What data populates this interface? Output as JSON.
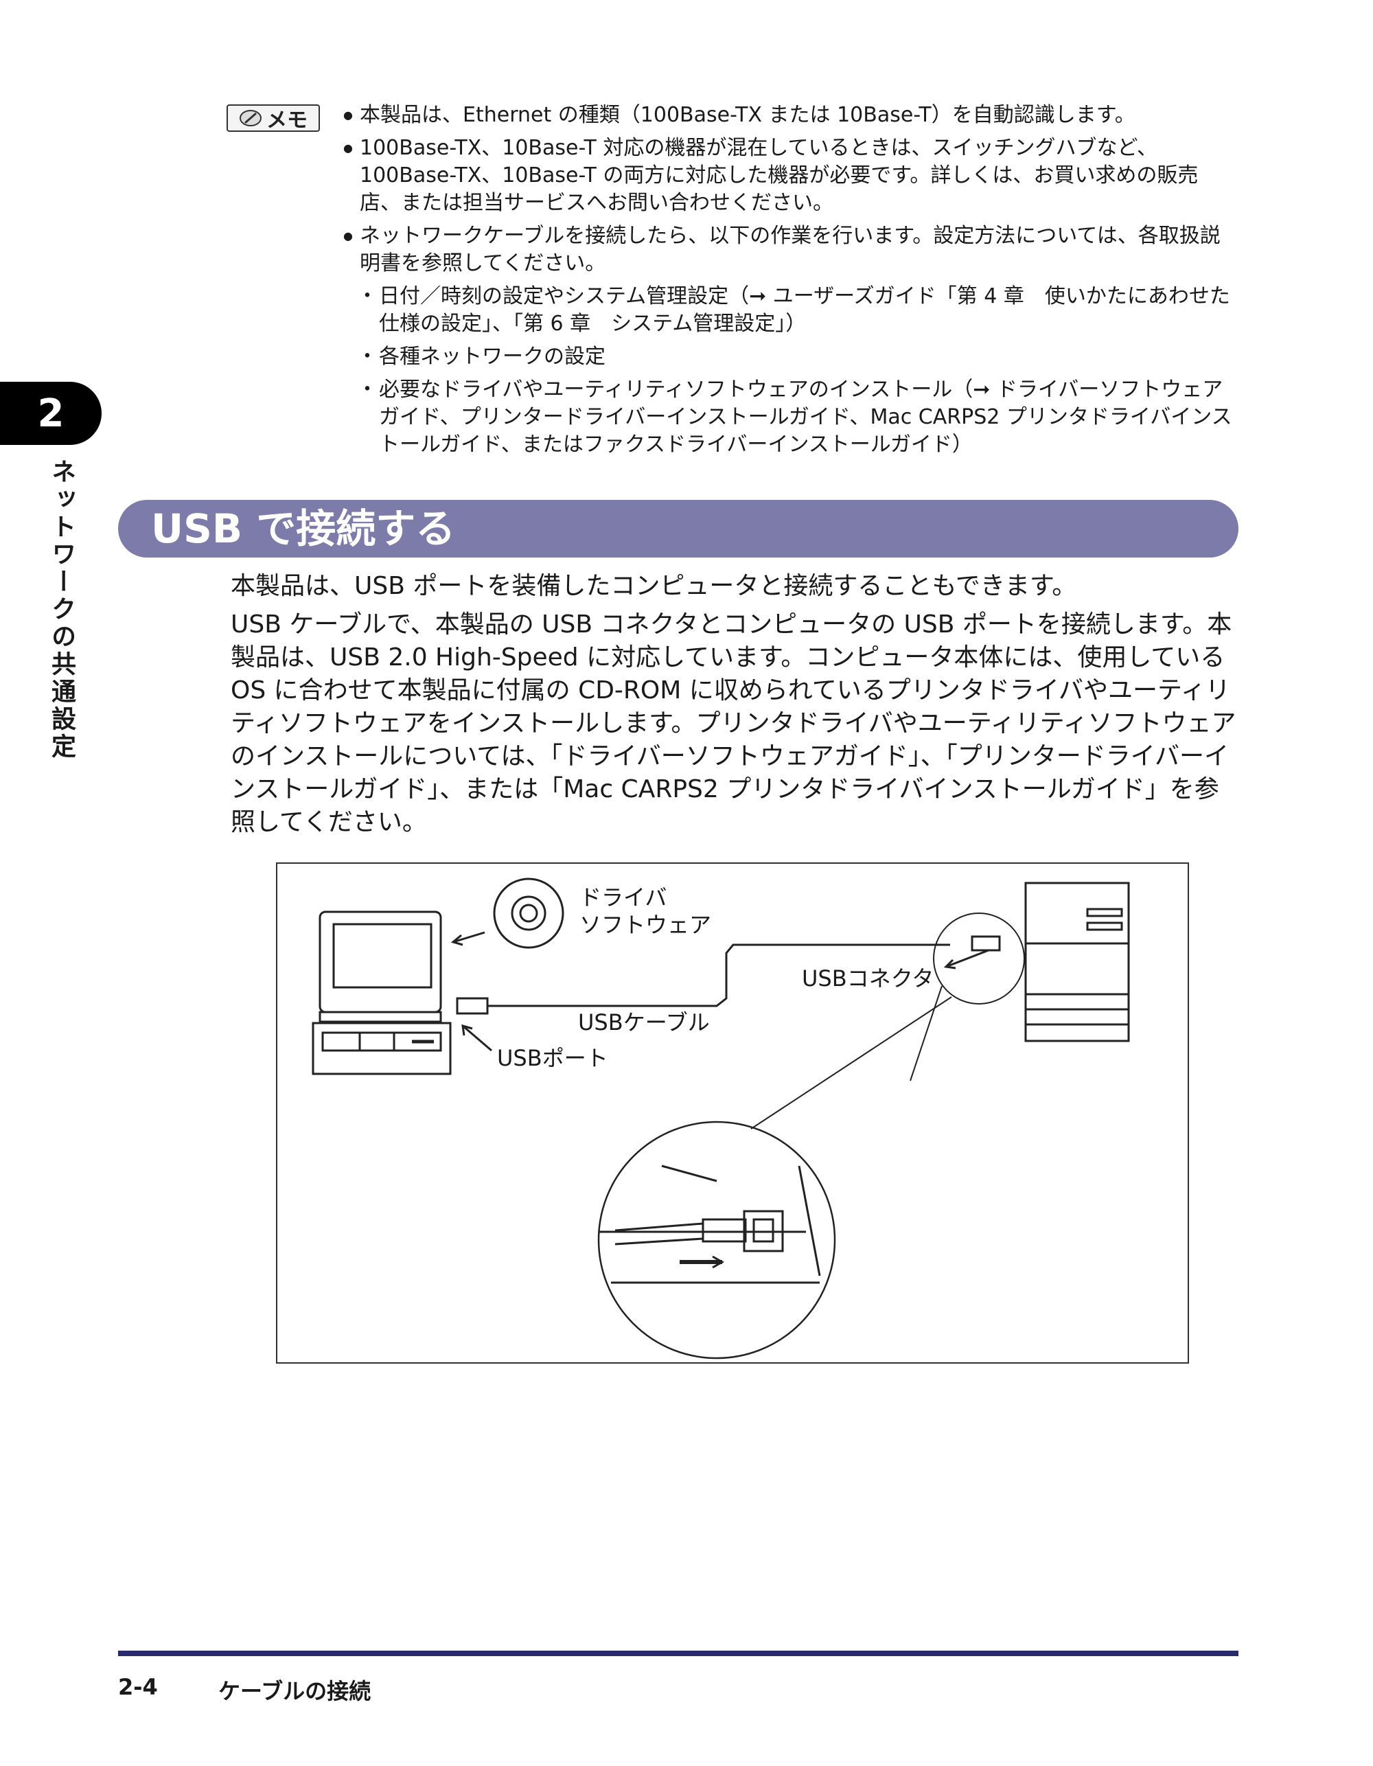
{
  "memo": {
    "badge": "メモ",
    "items": [
      "本製品は、Ethernet の種類（100Base-TX または 10Base-T）を自動認識します。",
      "100Base-TX、10Base-T 対応の機器が混在しているときは、スイッチングハブなど、100Base-TX、10Base-T の両方に対応した機器が必要です。詳しくは、お買い求めの販売店、または担当サービスへお問い合わせください。",
      "ネットワークケーブルを接続したら、以下の作業を行います。設定方法については、各取扱説明書を参照してください。"
    ],
    "sub_items": [
      "日付／時刻の設定やシステム管理設定（➞ ユーザーズガイド「第 4 章　使いかたにあわせた仕様の設定」、「第 6 章　システム管理設定」）",
      "各種ネットワークの設定",
      "必要なドライバやユーティリティソフトウェアのインストール（➞ ドライバーソフトウェアガイド、プリンタードライバーインストールガイド、Mac CARPS2 プリンタドライバインストールガイド、またはファクスドライバーインストールガイド）"
    ]
  },
  "chapter": {
    "number": "2",
    "side_title": "ネットワークの共通設定"
  },
  "section": {
    "title": "USB で接続する"
  },
  "paragraphs": [
    "本製品は、USB ポートを装備したコンピュータと接続することもできます。",
    "USB ケーブルで、本製品の USB コネクタとコンピュータの USB ポートを接続します。本製品は、USB 2.0 High-Speed に対応しています。コンピュータ本体には、使用している OS に合わせて本製品に付属の CD-ROM に収められているプリンタドライバやユーティリティソフトウェアをインストールします。プリンタドライバやユーティリティソフトウェアのインストールについては、「ドライバーソフトウェアガイド」、「プリンタードライバーインストールガイド」、または「Mac CARPS2 プリンタドライバインストールガイド」を参照してください。"
  ],
  "figure": {
    "label_driver_line1": "ドライバ",
    "label_driver_line2": "ソフトウェア",
    "label_connector": "USBコネクタ",
    "label_cable": "USBケーブル",
    "label_port": "USBポート"
  },
  "footer": {
    "page": "2-4",
    "title": "ケーブルの接続"
  }
}
